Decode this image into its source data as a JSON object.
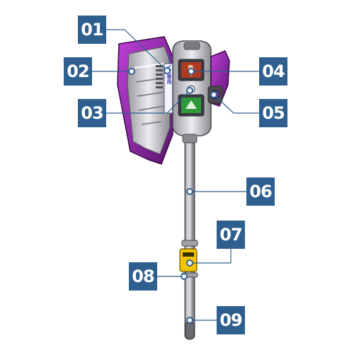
{
  "callouts": [
    {
      "id": "b01",
      "number": "01"
    },
    {
      "id": "b02",
      "number": "02"
    },
    {
      "id": "b03",
      "number": "03"
    },
    {
      "id": "b04",
      "number": "04"
    },
    {
      "id": "b05",
      "number": "05"
    },
    {
      "id": "b06",
      "number": "06"
    },
    {
      "id": "b07",
      "number": "07"
    },
    {
      "id": "b08",
      "number": "08"
    },
    {
      "id": "b09",
      "number": "09"
    }
  ],
  "blade_inscription": "ファイズ専用",
  "colors": {
    "badge": "#2f5f8f",
    "blade_purple": "#8a2aa8",
    "metal": "#c8c8cc",
    "grip_yellow": "#f2c400",
    "window_green": "#2f9a3a",
    "window_red": "#b03a20"
  }
}
